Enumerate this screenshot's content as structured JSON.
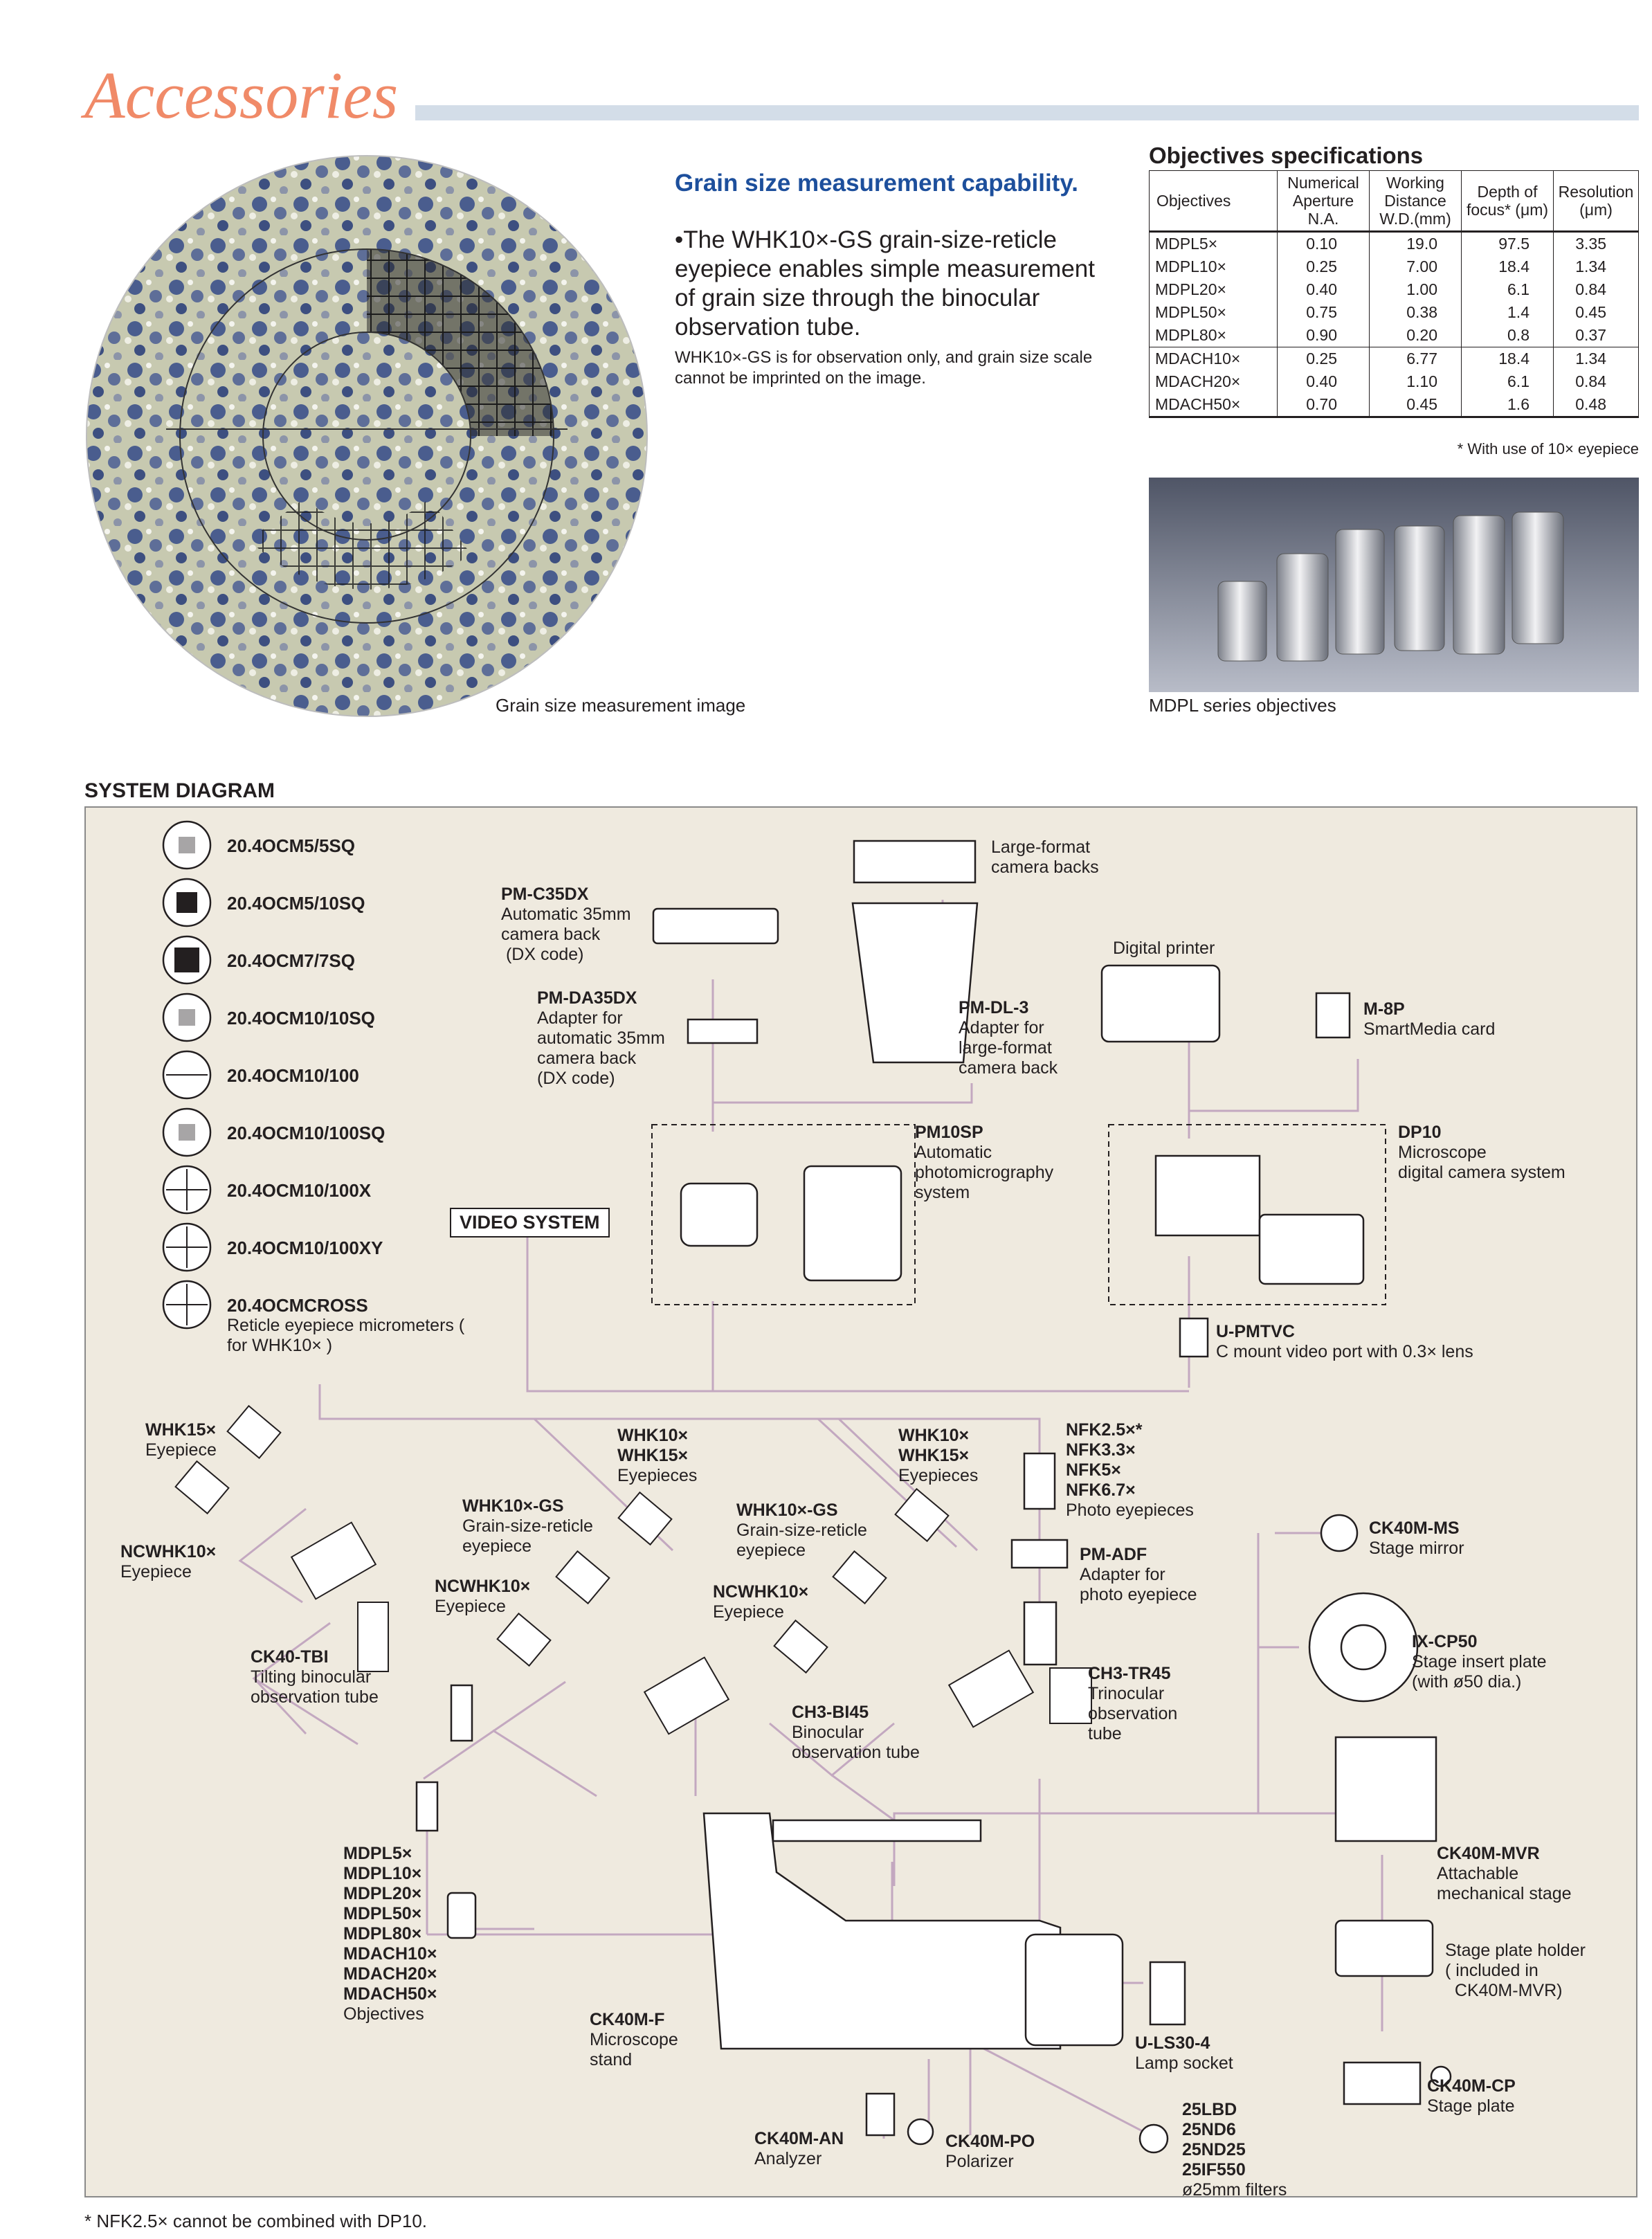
{
  "header": {
    "title": "Accessories"
  },
  "grain": {
    "heading": "Grain size measurement capability.",
    "body": "•The WHK10×-GS grain-size-reticle eyepiece enables simple measurement of grain size through the binocular observation tube.",
    "note": "WHK10×-GS is for observation only, and grain size scale cannot be imprinted on the image.",
    "image_caption": "Grain size measurement image"
  },
  "spec": {
    "title": "Objectives specifications",
    "headers": [
      "Objectives",
      "Numerical Aperture N.A.",
      "Working Distance W.D.(mm)",
      "Depth of focus* (μm)",
      "Resolution (μm)"
    ],
    "rows": [
      [
        "MDPL5×",
        "0.10",
        "19.0",
        "97.5",
        "3.35"
      ],
      [
        "MDPL10×",
        "0.25",
        "7.00",
        "18.4",
        "1.34"
      ],
      [
        "MDPL20×",
        "0.40",
        "1.00",
        "6.1",
        "0.84"
      ],
      [
        "MDPL50×",
        "0.75",
        "0.38",
        "1.4",
        "0.45"
      ],
      [
        "MDPL80×",
        "0.90",
        "0.20",
        "0.8",
        "0.37"
      ],
      [
        "MDACH10×",
        "0.25",
        "6.77",
        "18.4",
        "1.34"
      ],
      [
        "MDACH20×",
        "0.40",
        "1.10",
        "6.1",
        "0.84"
      ],
      [
        "MDACH50×",
        "0.70",
        "0.45",
        "1.6",
        "0.48"
      ]
    ],
    "footnote": "* With use of 10× eyepiece",
    "photo_caption": "MDPL series objectives"
  },
  "system": {
    "title": "SYSTEM DIAGRAM",
    "reticles": [
      "20.4OCM5/5SQ",
      "20.4OCM5/10SQ",
      "20.4OCM7/7SQ",
      "20.4OCM10/10SQ",
      "20.4OCM10/100",
      "20.4OCM10/100SQ",
      "20.4OCM10/100X",
      "20.4OCM10/100XY",
      "20.4OCMCROSS"
    ],
    "reticle_desc": "Reticle eyepiece micrometers ( for WHK10× )",
    "video": "VIDEO SYSTEM",
    "pm_c35dx": {
      "name": "PM-C35DX",
      "desc": [
        "Automatic 35mm",
        "camera back",
        " (DX code)"
      ]
    },
    "pm_da35dx": {
      "name": "PM-DA35DX",
      "desc": [
        "Adapter for",
        "automatic 35mm",
        "camera back",
        "(DX code)"
      ]
    },
    "large_format": {
      "desc": [
        "Large-format",
        "camera backs"
      ]
    },
    "pm_dl3": {
      "name": "PM-DL-3",
      "desc": [
        "Adapter for",
        "large-format",
        "camera back"
      ]
    },
    "digital_printer": "Digital printer",
    "m8p": {
      "name": "M-8P",
      "desc": "SmartMedia card"
    },
    "pm10sp": {
      "name": "PM10SP",
      "desc": [
        "Automatic",
        "photomicrography",
        "system"
      ]
    },
    "dp10": {
      "name": "DP10",
      "desc": [
        "Microscope",
        "digital camera system"
      ]
    },
    "upmtvc": {
      "name": "U-PMTVC",
      "desc": "C mount video port with 0.3× lens"
    },
    "whk15": {
      "name": "WHK15×",
      "desc": "Eyepiece"
    },
    "ncwhk10_left": {
      "name": "NCWHK10×",
      "desc": "Eyepiece"
    },
    "ck40tbi": {
      "name": "CK40-TBI",
      "desc": [
        "Tilting binocular",
        "observation tube"
      ]
    },
    "eyepieces_mid": {
      "names": [
        "WHK10×",
        "WHK15×"
      ],
      "desc": "Eyepieces"
    },
    "gs_mid": {
      "name": "WHK10×-GS",
      "desc": [
        "Grain-size-reticle",
        "eyepiece"
      ]
    },
    "ncwhk10_mid": {
      "name": "NCWHK10×",
      "desc": "Eyepiece"
    },
    "ch3bi45": {
      "name": "CH3-BI45",
      "desc": [
        "Binocular",
        "observation tube"
      ]
    },
    "eyepieces_right": {
      "names": [
        "WHK10×",
        "WHK15×"
      ],
      "desc": "Eyepieces"
    },
    "gs_right": {
      "name": "WHK10×-GS",
      "desc": [
        "Grain-size-reticle",
        "eyepiece"
      ]
    },
    "ncwhk10_right": {
      "name": "NCWHK10×",
      "desc": "Eyepiece"
    },
    "nfk": {
      "names": [
        "NFK2.5×*",
        "NFK3.3×",
        "NFK5×",
        "NFK6.7×"
      ],
      "desc": "Photo eyepieces"
    },
    "pmadf": {
      "name": "PM-ADF",
      "desc": [
        "Adapter for",
        "photo eyepiece"
      ]
    },
    "ch3tr45": {
      "name": "CH3-TR45",
      "desc": [
        "Trinocular",
        "observation",
        "tube"
      ]
    },
    "ck40mms": {
      "name": "CK40M-MS",
      "desc": "Stage mirror"
    },
    "ixcp50": {
      "name": "IX-CP50",
      "desc": [
        "Stage insert plate",
        "(with ø50 dia.)"
      ]
    },
    "ck40mmvr": {
      "name": "CK40M-MVR",
      "desc": [
        "Attachable",
        "mechanical stage"
      ]
    },
    "holder": {
      "desc": [
        "Stage plate holder",
        "( included in",
        "  CK40M-MVR)"
      ]
    },
    "ck40mcp": {
      "name": "CK40M-CP",
      "desc": "Stage plate"
    },
    "objectives": {
      "names": [
        "MDPL5×",
        "MDPL10×",
        "MDPL20×",
        "MDPL50×",
        "MDPL80×",
        "MDACH10×",
        "MDACH20×",
        "MDACH50×"
      ],
      "desc": "Objectives"
    },
    "ck40mf": {
      "name": "CK40M-F",
      "desc": [
        "Microscope",
        "stand"
      ]
    },
    "uls30": {
      "name": "U-LS30-4",
      "desc": "Lamp socket"
    },
    "ck40man": {
      "name": "CK40M-AN",
      "desc": "Analyzer"
    },
    "ck40mpo": {
      "name": "CK40M-PO",
      "desc": "Polarizer"
    },
    "filters": {
      "names": [
        "25LBD",
        "25ND6",
        "25ND25",
        "25IF550"
      ],
      "desc": "ø25mm filters"
    }
  },
  "footnote": "* NFK2.5× cannot be combined with DP10."
}
